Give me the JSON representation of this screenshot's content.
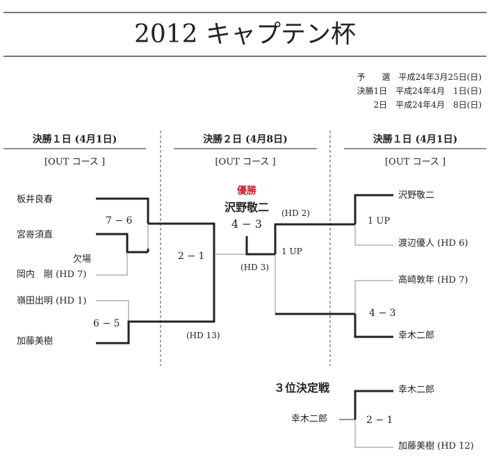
{
  "title": "2012 キャプテン杯",
  "schedule": [
    {
      "label": "予　　選",
      "date": "平成24年3月25日(日)"
    },
    {
      "label": "決勝1日",
      "date": "平成24年4月　1日(日)"
    },
    {
      "label": "2日",
      "date": "平成24年4月　8日(日)"
    }
  ],
  "columns": {
    "left": {
      "heading": "決勝１日 (4月1日)",
      "course": "[OUT コース ]"
    },
    "center": {
      "heading": "決勝２日 (4月8日)",
      "course": "[OUT コース ]"
    },
    "right": {
      "heading": "決勝１日 (4月1日)",
      "course": "[OUT コース ]"
    }
  },
  "left_bracket": {
    "players": [
      "板井良春",
      "宮嵜須直",
      "欠場",
      "岡内　剛 (HD 7)",
      "嶺田出明 (HD 1)",
      "加藤美樹"
    ],
    "scores": [
      "7 − 6",
      "6 − 5"
    ],
    "semi_score": "2 − 1",
    "semi_hd": "(HD 13)"
  },
  "right_bracket": {
    "players": [
      "沢野敬二",
      "渡辺優人 (HD 6)",
      "高崎敦年 (HD 7)",
      "幸木二郎"
    ],
    "scores": [
      "1 UP",
      "4 − 3"
    ],
    "semi_score": "1 UP",
    "semi_hd": "(HD 2)"
  },
  "final": {
    "label": "優勝",
    "winner": "沢野敬二",
    "score": "4 − 3",
    "hd_left": "(HD 3)"
  },
  "third_place": {
    "title": "３位決定戦",
    "left_player": "幸木二郎",
    "score": "2 − 1",
    "players": [
      "幸木二郎",
      "加藤美樹 (HD 12)"
    ]
  }
}
